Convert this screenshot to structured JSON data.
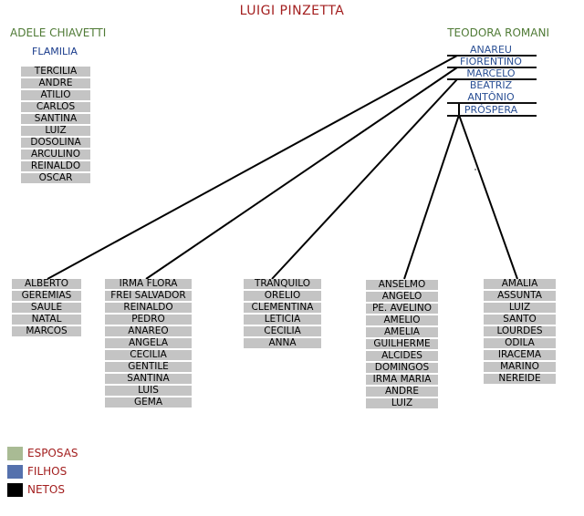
{
  "title": "LUIGI PINZETTA",
  "left_spouse": "ADELE CHIAVETTI",
  "right_spouse": "TEODORA ROMANI",
  "left_family_label": "FLAMILIA",
  "left_family": [
    "TERCILIA",
    "ANDRE",
    "ATILIO",
    "CARLOS",
    "SANTINA",
    "LUIZ",
    "DOSOLINA",
    "ARCULINO",
    "REINALDO",
    "OSCAR"
  ],
  "right_children": [
    "ANAREU",
    "FIORENTINO",
    "MARCELO",
    "BEATRIZ",
    "ANTÔNIO",
    "PRÓSPERA"
  ],
  "grandchildren_groups": [
    [
      "ALBERTO",
      "GEREMIAS",
      "SAULE",
      "NATAL",
      "MARCOS"
    ],
    [
      "IRMÃ FLORA",
      "FREI SALVADOR",
      "REINALDO",
      "PEDRO",
      "ANAREO",
      "ANGELA",
      "CECÍLIA",
      "GENTILE",
      "SANTINA",
      "LUIS",
      "GEMA"
    ],
    [
      "TRANQUILO",
      "ORÉLIO",
      "CLEMENTINA",
      "LETICIA",
      "CECÍLIA",
      "ANNA"
    ],
    [
      "ANSELMO",
      "ANGELO",
      "PE. AVELINO",
      "AMELIO",
      "AMELIA",
      "GUILHERME",
      "ALCIDES",
      "DOMINGOS",
      "IRMÃ MARIA",
      "ANDRE",
      "LUIZ"
    ],
    [
      "AMALIA",
      "ASSUNTA",
      "LUIZ",
      "SANTO",
      "LOURDES",
      "ODILA",
      "IRACEMA",
      "MARINO",
      "NEREIDE"
    ]
  ],
  "legend": [
    {
      "label": "ESPOSAS",
      "color": "#a9bb94"
    },
    {
      "label": "FILHOS",
      "color": "#5571ad"
    },
    {
      "label": "NETOS",
      "color": "#000000"
    }
  ]
}
